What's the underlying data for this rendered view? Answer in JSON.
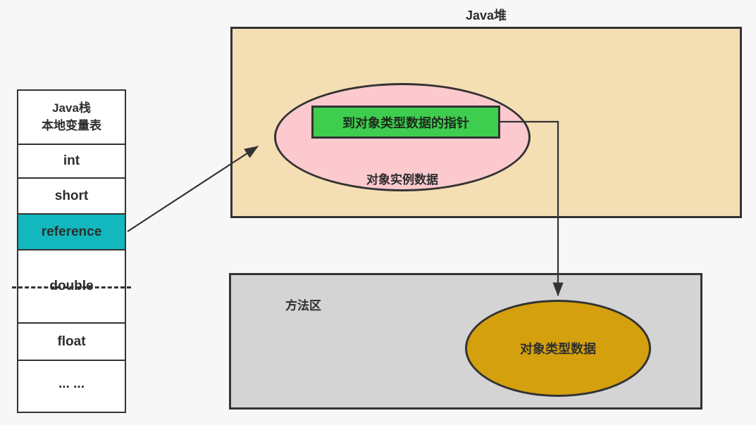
{
  "colors": {
    "background": "#f7f7f7",
    "heap_fill": "#f4deb4",
    "instance_fill": "#fbc9ce",
    "pointer_fill": "#3ecd4e",
    "reference_fill": "#12b8be",
    "method_fill": "#d4d4d4",
    "type_fill": "#d4a00e",
    "line": "#333333"
  },
  "stack": {
    "header_line1": "Java栈",
    "header_line2": "本地变量表",
    "cells": [
      {
        "label": "int"
      },
      {
        "label": "short"
      },
      {
        "label": "reference"
      },
      {
        "label": "double"
      },
      {
        "label": "float"
      },
      {
        "label": "... ..."
      }
    ]
  },
  "heap": {
    "title": "Java堆",
    "pointer_label": "到对象类型数据的指针",
    "instance_label": "对象实例数据"
  },
  "method_area": {
    "title": "方法区",
    "type_label": "对象类型数据"
  }
}
